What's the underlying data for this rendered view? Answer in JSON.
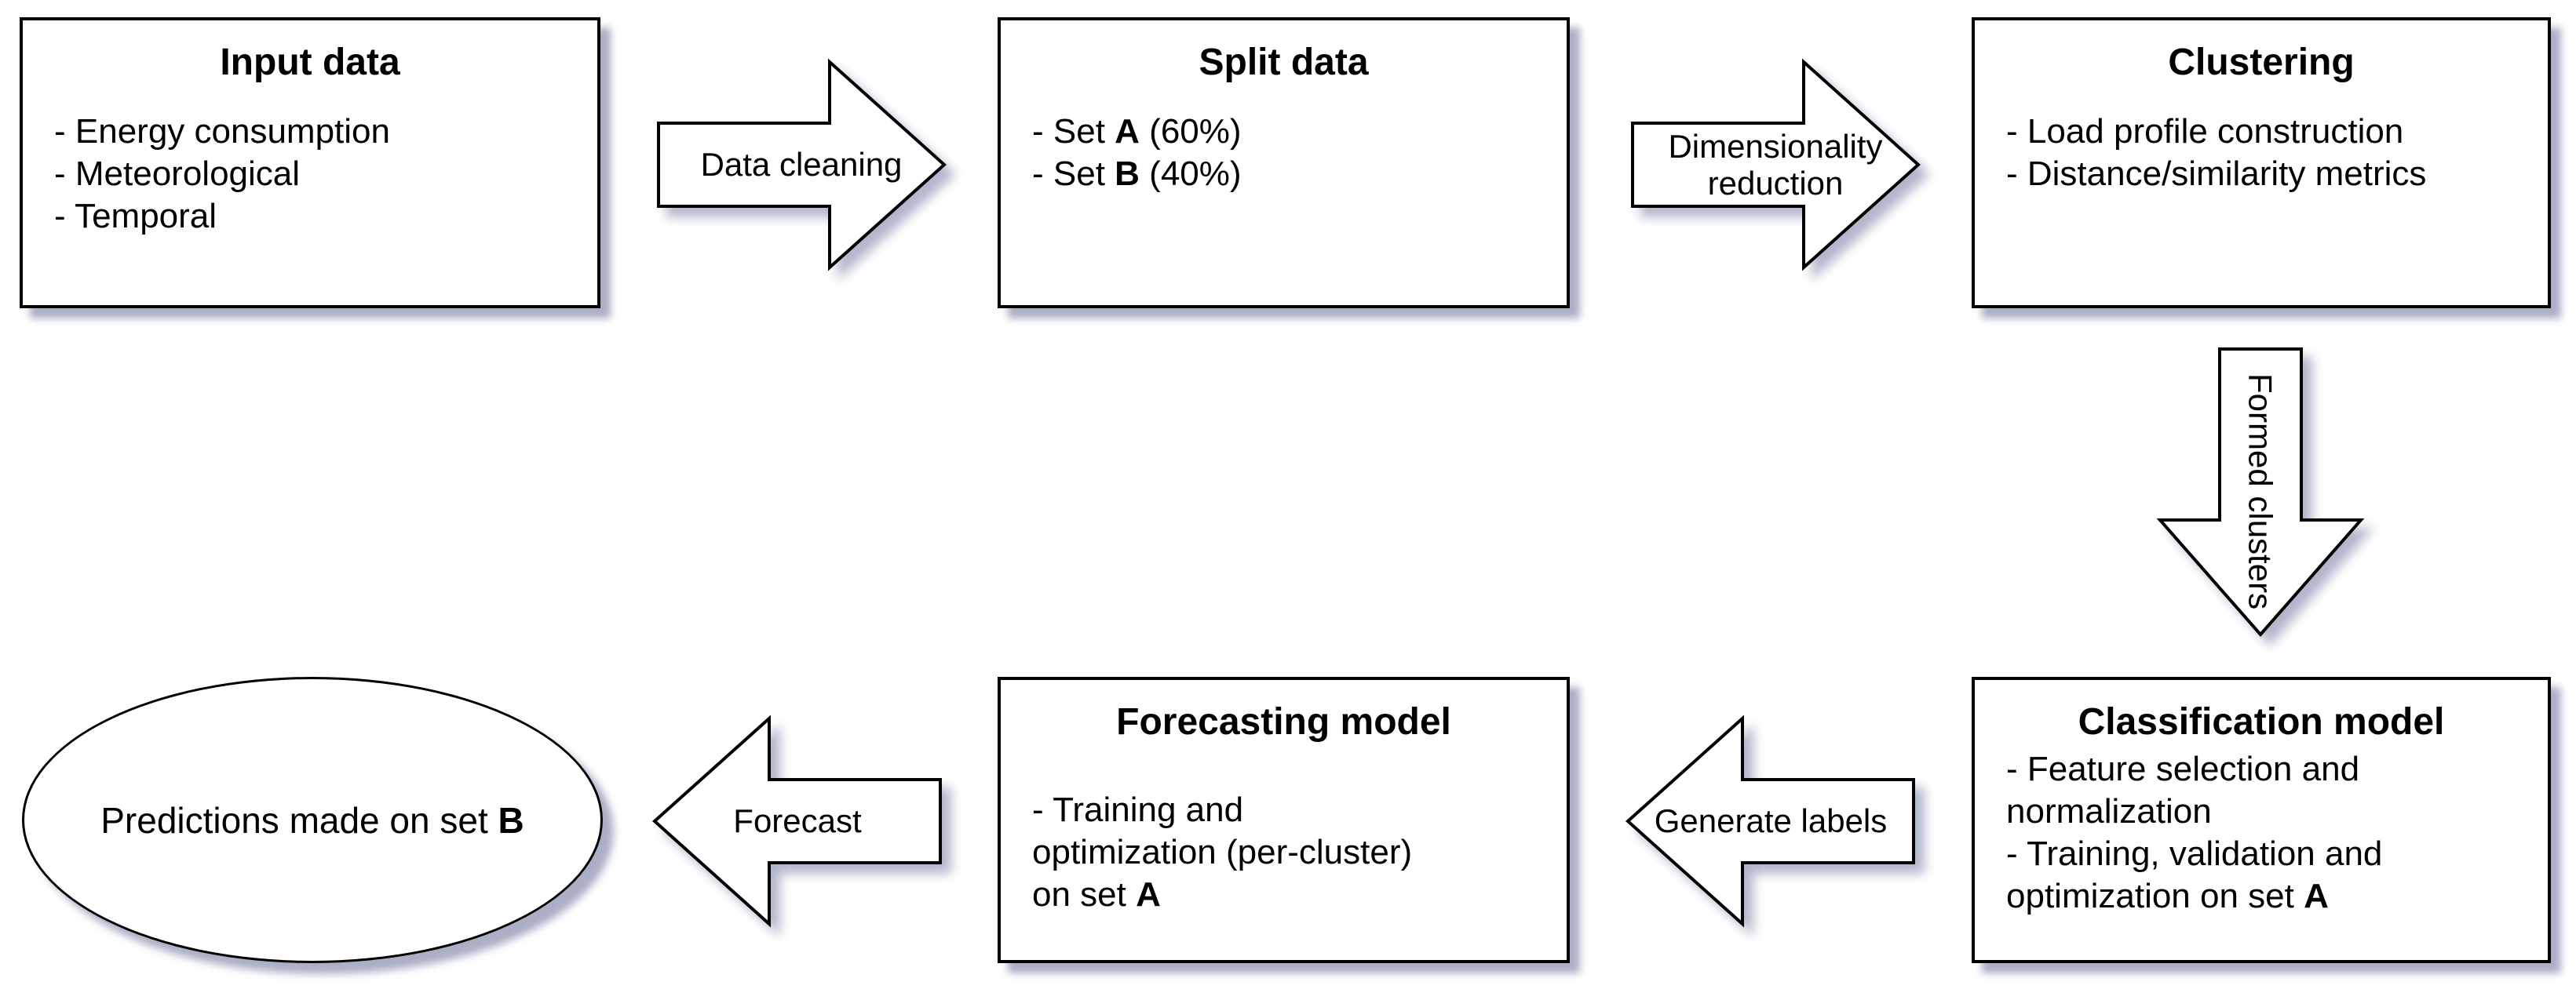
{
  "diagram": {
    "background_color": "#ffffff",
    "shape_fill_color": "#ffffff",
    "stroke_color": "#000000",
    "shadow_color": "#737aa0",
    "boxes": {
      "input": {
        "title": "Input data",
        "lines": [
          [
            {
              "t": "- Energy consumption"
            }
          ],
          [
            {
              "t": "- Meteorological"
            }
          ],
          [
            {
              "t": "- Temporal"
            }
          ]
        ]
      },
      "split": {
        "title": "Split data",
        "lines": [
          [
            {
              "t": "- Set "
            },
            {
              "t": "A",
              "b": true
            },
            {
              "t": " (60%)"
            }
          ],
          [
            {
              "t": "- Set "
            },
            {
              "t": "B",
              "b": true
            },
            {
              "t": " (40%)"
            }
          ]
        ]
      },
      "clustering": {
        "title": "Clustering",
        "lines": [
          [
            {
              "t": "- Load profile construction"
            }
          ],
          [
            {
              "t": "- Distance/similarity metrics"
            }
          ]
        ]
      },
      "forecasting": {
        "title": "Forecasting model",
        "lines": [
          [
            {
              "t": "- Training and"
            }
          ],
          [
            {
              "t": "optimization (per-cluster)"
            }
          ],
          [
            {
              "t": "on set "
            },
            {
              "t": "A",
              "b": true
            }
          ]
        ]
      },
      "classification": {
        "title": "Classification model",
        "lines": [
          [
            {
              "t": "- Feature selection and"
            }
          ],
          [
            {
              "t": "normalization"
            }
          ],
          [
            {
              "t": "- Training, validation and"
            }
          ],
          [
            {
              "t": "optimization on set "
            },
            {
              "t": "A",
              "b": true
            }
          ]
        ]
      }
    },
    "terminal": {
      "lines": [
        [
          {
            "t": "Predictions made on set "
          },
          {
            "t": "B",
            "b": true
          }
        ]
      ]
    },
    "arrows": {
      "data_cleaning": {
        "label": "Data cleaning",
        "direction": "right"
      },
      "dimensionality_reduction": {
        "label": "Dimensionality reduction",
        "direction": "right"
      },
      "formed_clusters": {
        "label": "Formed clusters",
        "direction": "down"
      },
      "generate_labels": {
        "label": "Generate labels",
        "direction": "left"
      },
      "forecast": {
        "label": "Forecast",
        "direction": "left"
      }
    }
  }
}
